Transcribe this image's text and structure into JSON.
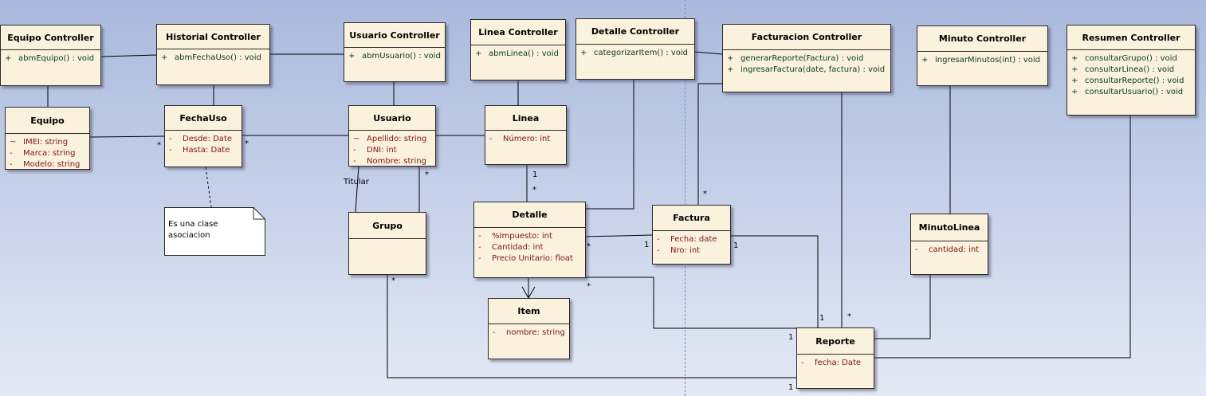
{
  "classes": {
    "equipo_ctrl": {
      "name": "Equipo Controller",
      "ops": [
        {
          "vis": "+",
          "text": "abmEquipo() : void"
        }
      ]
    },
    "historial_ctrl": {
      "name": "Historial Controller",
      "ops": [
        {
          "vis": "+",
          "text": "abmFechaUso() : void"
        }
      ]
    },
    "usuario_ctrl": {
      "name": "Usuario Controller",
      "ops": [
        {
          "vis": "+",
          "text": "abmUsuario() : void"
        }
      ]
    },
    "linea_ctrl": {
      "name": "Linea Controller",
      "ops": [
        {
          "vis": "+",
          "text": "abmLinea() : void"
        }
      ]
    },
    "detalle_ctrl": {
      "name": "Detalle Controller",
      "ops": [
        {
          "vis": "+",
          "text": "categorizarItem() : void"
        }
      ]
    },
    "facturacion_ctrl": {
      "name": "Facturacion Controller",
      "ops": [
        {
          "vis": "+",
          "text": "generarReporte(Factura) : void"
        },
        {
          "vis": "+",
          "text": "ingresarFactura(date, factura) : void"
        }
      ]
    },
    "minuto_ctrl": {
      "name": "Minuto Controller",
      "ops": [
        {
          "vis": "+",
          "text": "ingresarMinutos(int) : void"
        }
      ]
    },
    "resumen_ctrl": {
      "name": "Resumen Controller",
      "ops": [
        {
          "vis": "+",
          "text": "consultarGrupo() : void"
        },
        {
          "vis": "+",
          "text": "consultarLinea() : void"
        },
        {
          "vis": "+",
          "text": "consultarReporte() : void"
        },
        {
          "vis": "+",
          "text": "consultarUsuario() : void"
        }
      ]
    },
    "equipo": {
      "name": "Equipo",
      "attrs": [
        {
          "vis": "~",
          "text": "IMEI:  string"
        },
        {
          "vis": "-",
          "text": "Marca:  string"
        },
        {
          "vis": "-",
          "text": "Modelo:  string"
        }
      ]
    },
    "fechauso": {
      "name": "FechaUso",
      "attrs": [
        {
          "vis": "-",
          "text": "Desde:  Date"
        },
        {
          "vis": "-",
          "text": "Hasta:  Date"
        }
      ]
    },
    "usuario": {
      "name": "Usuario",
      "attrs": [
        {
          "vis": "~",
          "text": "Apellido:  string"
        },
        {
          "vis": "-",
          "text": "DNI:  int"
        },
        {
          "vis": "-",
          "text": "Nombre:  string"
        }
      ]
    },
    "linea": {
      "name": "Linea",
      "attrs": [
        {
          "vis": "-",
          "text": "Número:  int"
        }
      ]
    },
    "grupo": {
      "name": "Grupo"
    },
    "detalle": {
      "name": "Detalle",
      "attrs": [
        {
          "vis": "-",
          "text": "%Impuesto:  int"
        },
        {
          "vis": "-",
          "text": "Cantidad:  int"
        },
        {
          "vis": "-",
          "text": "Precio Unitario:  float"
        }
      ]
    },
    "item": {
      "name": "Item",
      "attrs": [
        {
          "vis": "-",
          "text": "nombre:  string"
        }
      ]
    },
    "factura": {
      "name": "Factura",
      "attrs": [
        {
          "vis": "-",
          "text": "Fecha:  date"
        },
        {
          "vis": "-",
          "text": "Nro:  int"
        }
      ]
    },
    "minutolinea": {
      "name": "MinutoLinea",
      "attrs": [
        {
          "vis": "-",
          "text": "cantidad:  int"
        }
      ]
    },
    "reporte": {
      "name": "Reporte",
      "attrs": [
        {
          "vis": "-",
          "text": "fecha:  Date"
        }
      ]
    }
  },
  "note": {
    "text": "Es una clase asociacion"
  },
  "labels": {
    "titular": "Titular",
    "many": "*",
    "one": "1"
  },
  "colors": {
    "class_fill": "#fbf2dd",
    "attr_text": "#7f1414",
    "op_text": "#0b3b16",
    "note_fill": "#ffffff"
  }
}
